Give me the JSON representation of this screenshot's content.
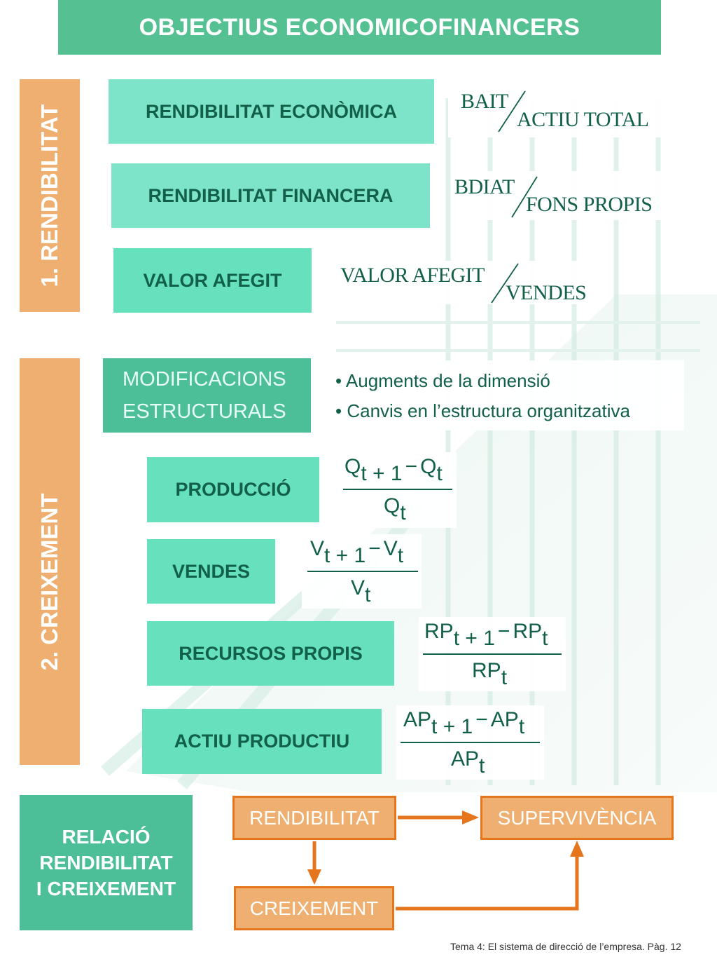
{
  "title": "OBJECTIUS ECONOMICOFINANCERS",
  "sections": {
    "rendibilitat": {
      "label": "1. RENDIBILITAT",
      "items": [
        {
          "label": "RENDIBILITAT ECONÒMICA",
          "ratio_num": "BAIT",
          "ratio_den": "ACTIU TOTAL"
        },
        {
          "label": "RENDIBILITAT FINANCERA",
          "ratio_num": "BDIAT",
          "ratio_den": "FONS PROPIS"
        },
        {
          "label": "VALOR AFEGIT",
          "ratio_num": "VALOR AFEGIT",
          "ratio_den": "VENDES"
        }
      ]
    },
    "creixement": {
      "label": "2. CREIXEMENT",
      "modificacions": {
        "line1": "MODIFICACIONS",
        "line2": "ESTRUCTURALS",
        "bullets": [
          "• Augments de la dimensió",
          "• Canvis en l’estructura organitzativa"
        ]
      },
      "items": [
        {
          "label": "PRODUCCIÓ",
          "symbol": "Q"
        },
        {
          "label": "VENDES",
          "symbol": "V"
        },
        {
          "label": "RECURSOS PROPIS",
          "symbol": "RP"
        },
        {
          "label": "ACTIU PRODUCTIU",
          "symbol": "AP"
        }
      ],
      "formula": {
        "sub_next": "t + 1",
        "minus": "−",
        "sub": "t"
      }
    }
  },
  "relacio": {
    "line1": "RELACIÓ",
    "line2": "RENDIBILITAT",
    "line3": "I CREIXEMENT",
    "nodes": {
      "rendibilitat": "RENDIBILITAT",
      "supervivencia": "SUPERVIVÈNCIA",
      "creixement": "CREIXEMENT"
    }
  },
  "footer": "Tema 4: El sistema de direcció  de l’empresa. Pàg. 12",
  "colors": {
    "green": "#55c092",
    "light_green": "#7de4c9",
    "orange": "#eeaf70",
    "orange_border": "#e5761d",
    "dark_text": "#13604a"
  }
}
